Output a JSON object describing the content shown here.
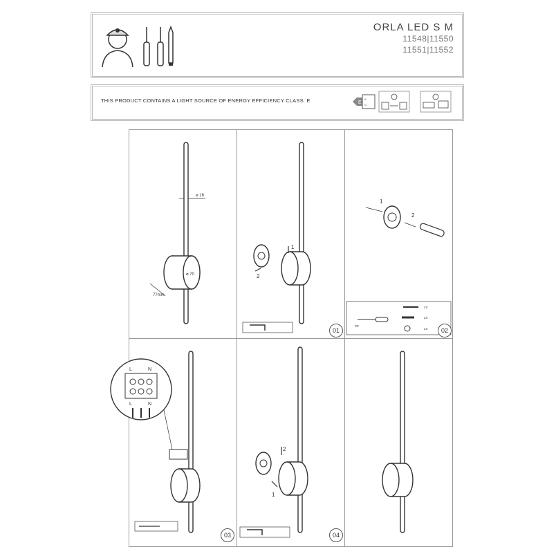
{
  "header": {
    "model": "ORLA LED S M",
    "codes_line1": "11548|11550",
    "codes_line2": "11551|11552"
  },
  "energy": {
    "text": "THIS PRODUCT CONTAINS A LIGHT SOURCE OF ENERGY EFFICIENCY CLASS: E",
    "class_letter": "E"
  },
  "dimensions": {
    "diameter_tube": "⌀ 16",
    "diameter_base": "⌀ 70",
    "depth": "77mm"
  },
  "steps": {
    "s01": "01",
    "s02": "02",
    "s03": "03",
    "s04": "04"
  },
  "panel1_arrows": {
    "a1": "1",
    "a2": "2"
  },
  "panel3_arrows": {
    "a1": "1",
    "a2": "2"
  },
  "panel7_arrows": {
    "a1": "1",
    "a2": "2"
  },
  "parts": {
    "screw_qty": "2X",
    "plug_qty": "2X",
    "washer_qty": "2X",
    "driver_label": "PZ"
  },
  "terminal": {
    "top_l": "L",
    "top_n": "N",
    "bot_l": "L",
    "bot_n": "N"
  },
  "colors": {
    "line": "#333333",
    "frame": "#9a9a9a"
  }
}
